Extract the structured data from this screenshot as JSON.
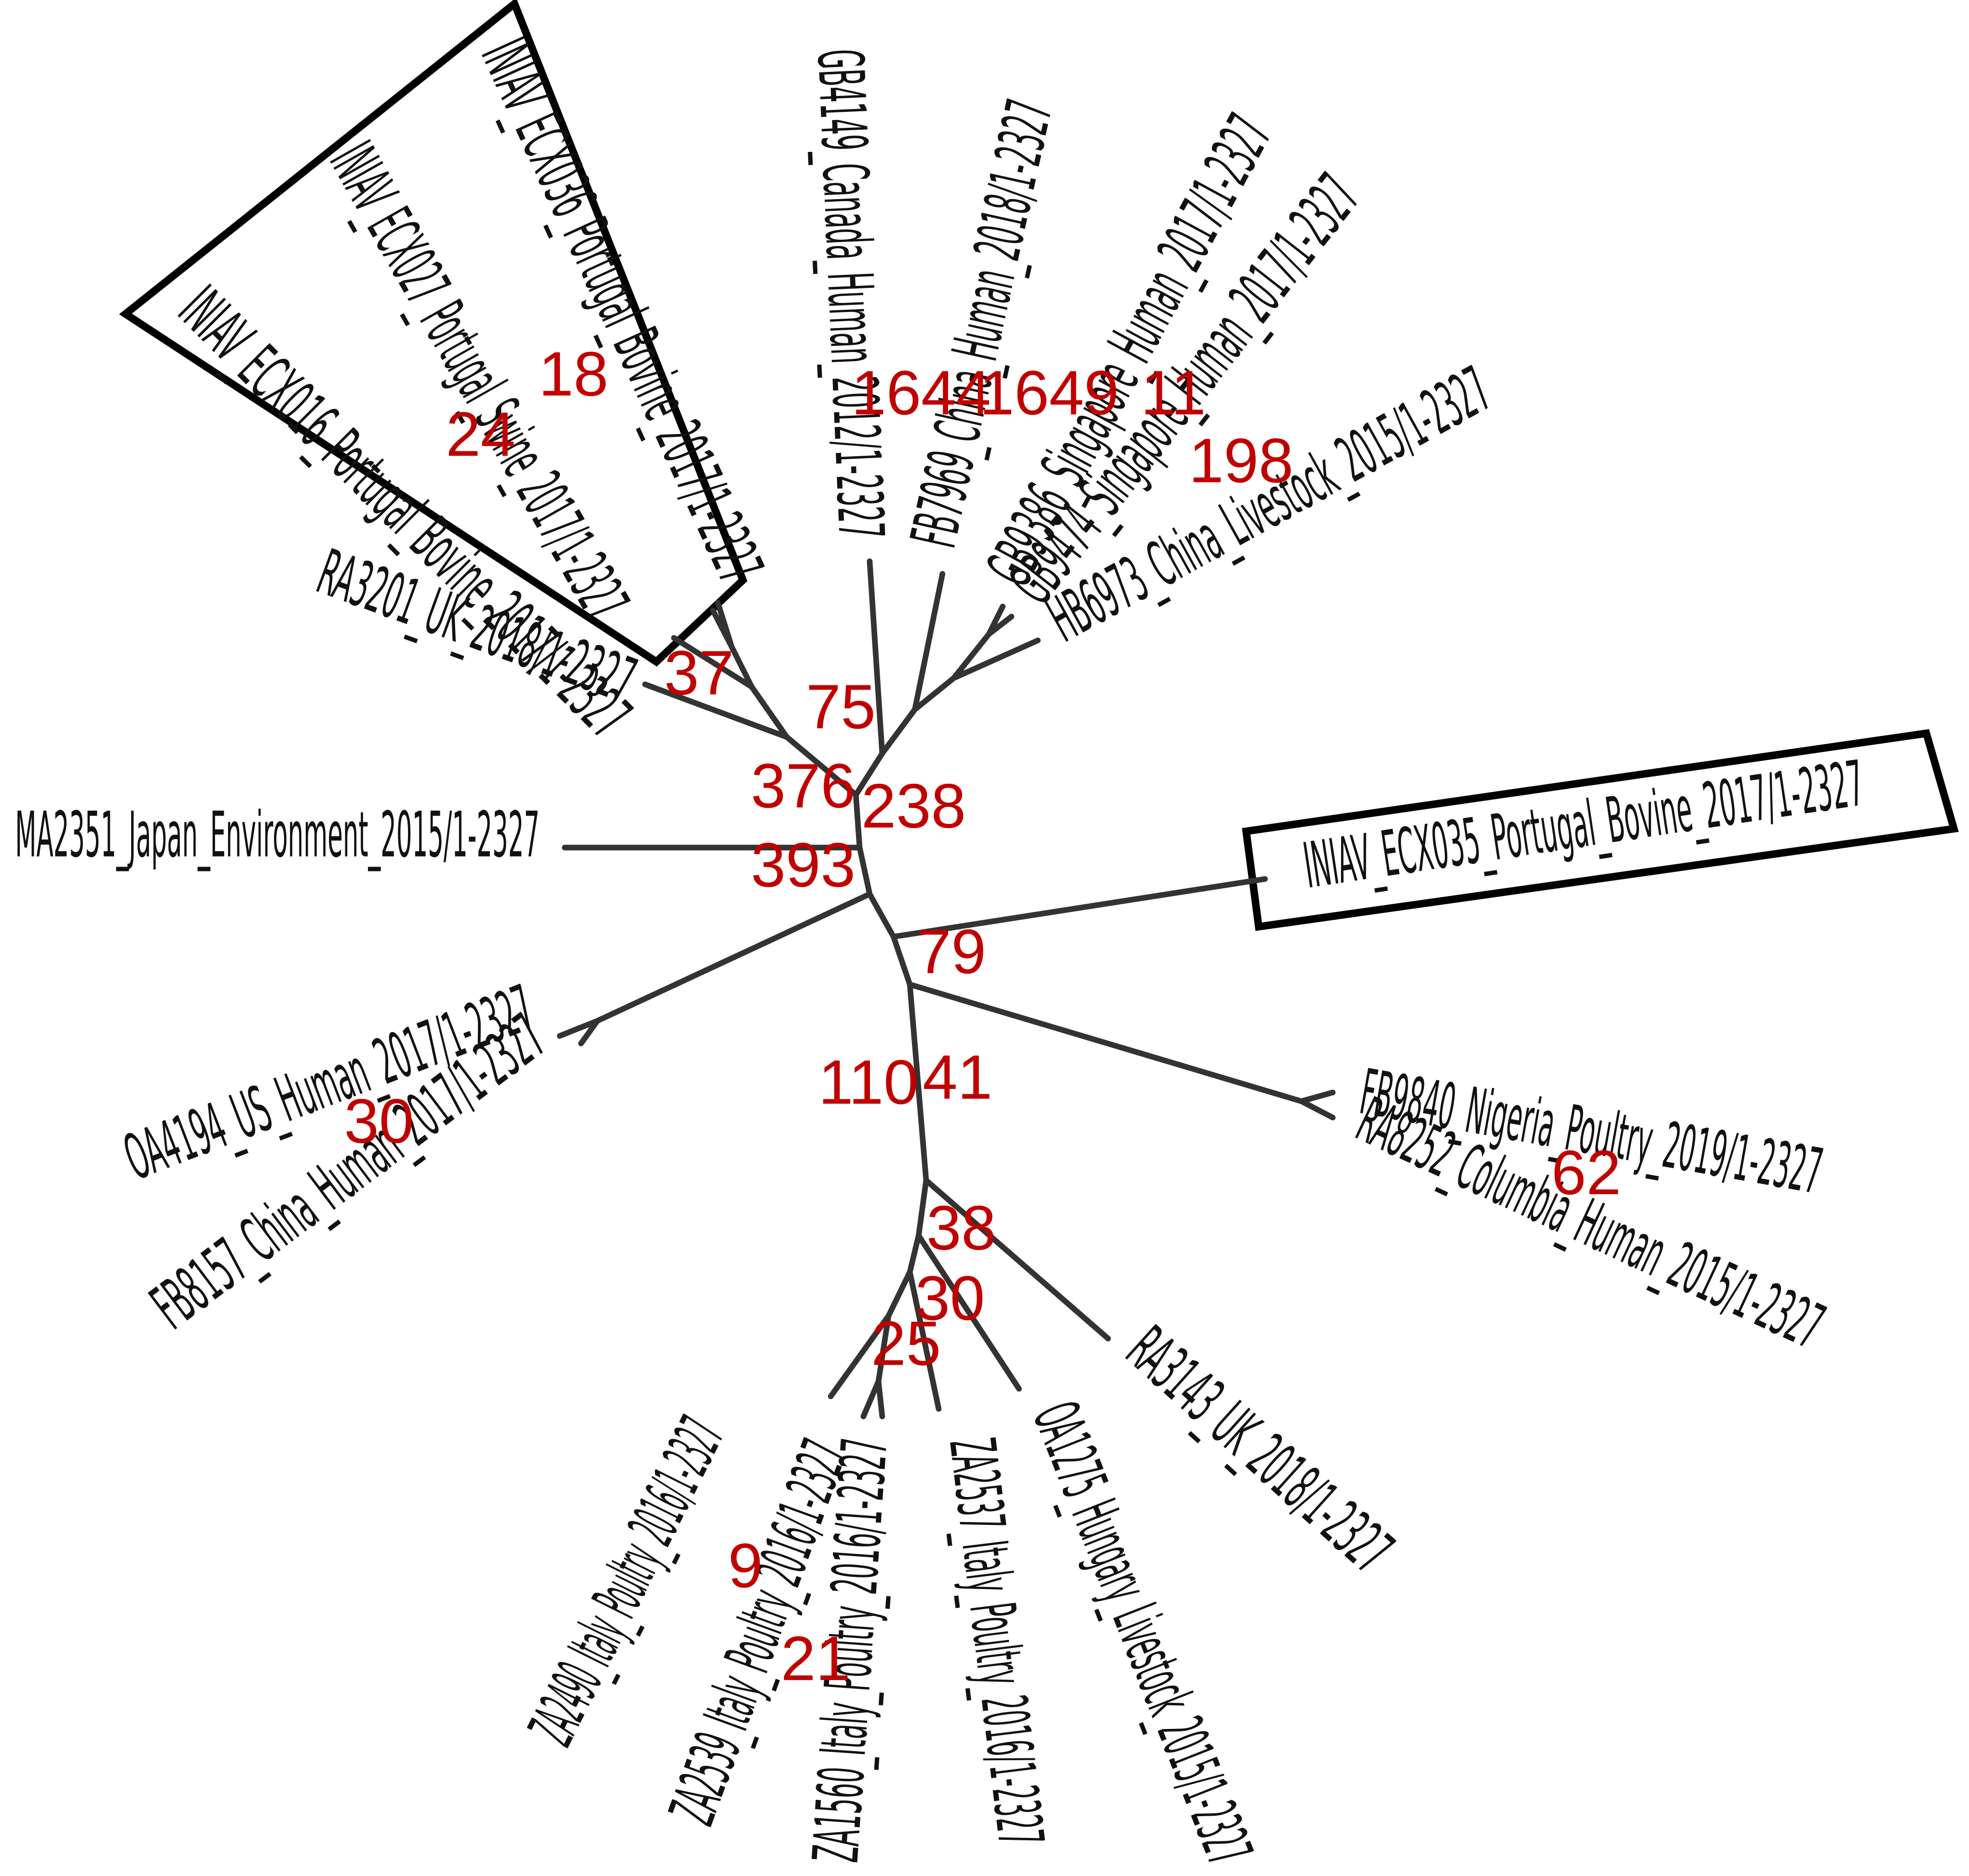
{
  "tree": {
    "leaves": {
      "ecx036": "INIAV_ECX036_Portugal_Bovine_2017/1-2327",
      "ecx027": "INIAV_ECX027_Portugal_Swine_2017/1-2327",
      "ecx016": "INIAV_ECX016_Portugal_Bovine_2017/1-2327",
      "gb4149": "GB4149_Canada_Human_2012/1-2327",
      "fb7969": "FB7969_China_Human_2018/1-2327",
      "gb9386": "GB9386_Singapore_Human_2017/1-2327",
      "gb9474": "GB9474_Singapore_Human_2017/1-2327",
      "hb6973": "HB6973_China_Livestock_2015/1-2327",
      "ra3201": "RA3201_UK_2018/1-2327",
      "ma2351": "MA2351_Japan_Environment_2015/1-2327",
      "ecx035": "INIAV_ECX035_Portugal_Bovine_2017/1-2327",
      "oa4194": "OA4194_US_Human_2017/1-2327",
      "fb8157": "FB8157_China_Human_2017/1-2327",
      "fb9840": "FB9840_Nigeria_Poultry_2019/1-2327",
      "ra8252": "RA8252_Columbia_Human_2015/1-2327",
      "ra3143": "RA3143_UK_2018/1-2327",
      "za2490": "ZA2490_Italy_Poultry_2016/1-2327",
      "za2539": "ZA2539_Italy_Poultry_2016/1-2327",
      "za1560": "ZA1560_Italy_Poultry_2016/1-2327",
      "za2537": "ZA2537_Italy_Poultry_2016/1-2327",
      "oa1275": "OA1275_Hungary_Livestock_2015/1-2327"
    },
    "numbers": {
      "n18": "18",
      "n24": "24",
      "n1644": "1644",
      "n1649": "1649",
      "n11": "11",
      "n198": "198",
      "n37": "37",
      "n75": "75",
      "n376": "376",
      "n238": "238",
      "n393": "393",
      "n79": "79",
      "n110": "110",
      "n41": "41",
      "n30a": "30",
      "n62": "62",
      "n38": "38",
      "n30b": "30",
      "n25": "25",
      "n9": "9",
      "n21": "21"
    },
    "colors": {
      "label_text": "#111111",
      "distance_numbers": "#c00000",
      "branches": "#333333",
      "highlight_boxes": "#000000"
    }
  }
}
